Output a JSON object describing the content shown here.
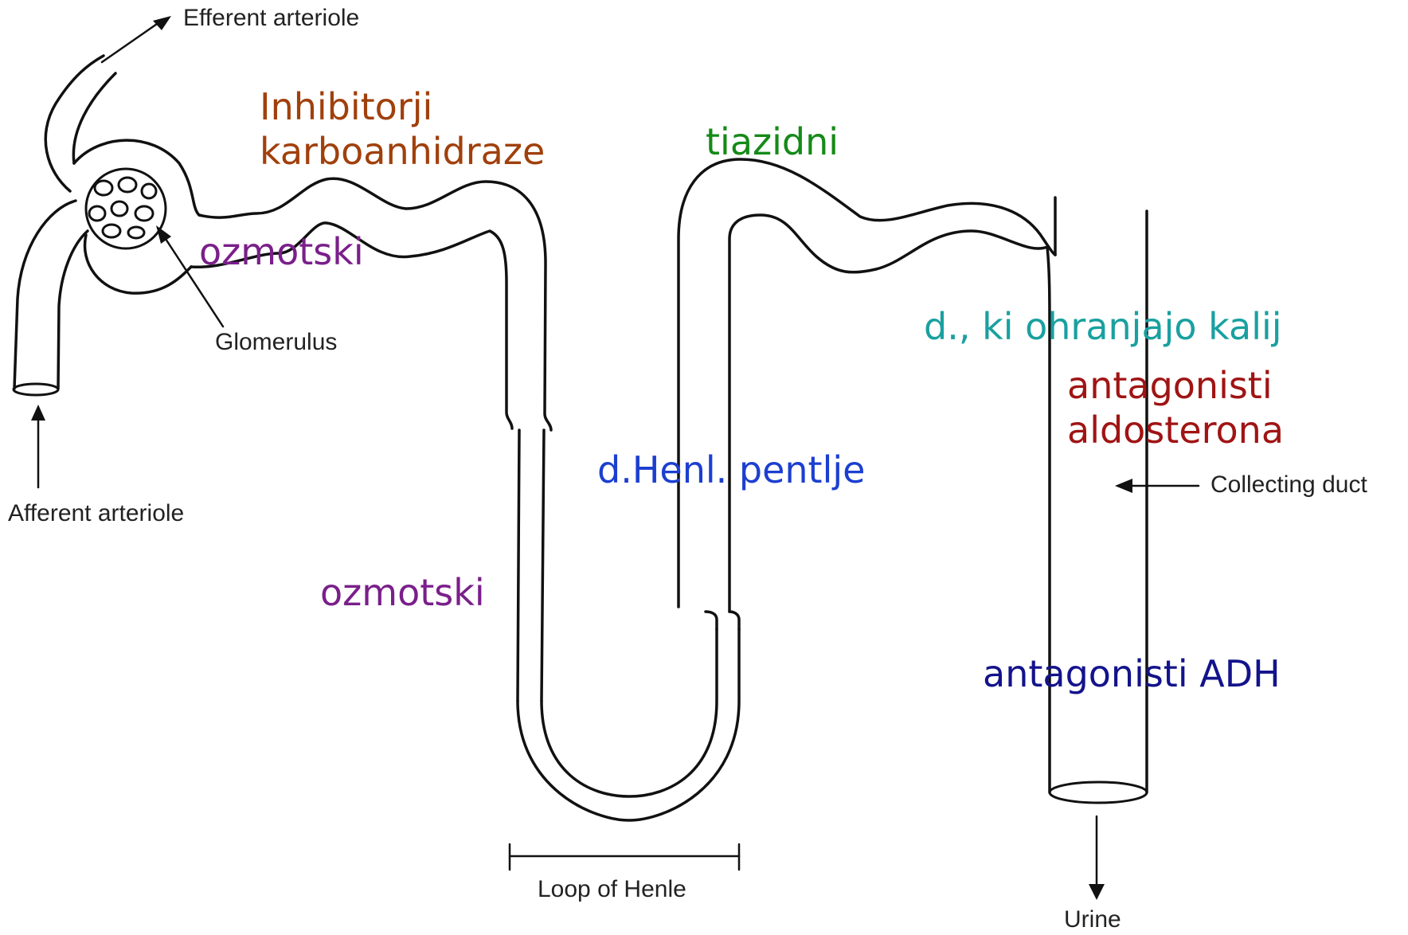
{
  "diagram": {
    "labels": {
      "efferent_arteriole": "Efferent arteriole",
      "afferent_arteriole": "Afferent arteriole",
      "glomerulus": "Glomerulus",
      "loop_of_henle": "Loop of Henle",
      "collecting_duct": "Collecting duct",
      "urine": "Urine"
    },
    "drug_labels": {
      "carbonic_anhydrase_line1": "Inhibitorji",
      "carbonic_anhydrase_line2": "karboanhidraze",
      "osmotic_upper": "ozmotski",
      "osmotic_lower": "ozmotski",
      "thiazide": "tiazidni",
      "loop_diuretics": "d.Henl. pentlje",
      "potassium_sparing": "d., ki ohranjajo kalij",
      "aldosterone_line1": "antagonisti",
      "aldosterone_line2": "aldosterona",
      "adh": "antagonisti ADH"
    },
    "colors": {
      "carbonic_anhydrase": "#a0400c",
      "osmotic": "#7a1f8a",
      "thiazide": "#158a18",
      "loop_diuretics": "#1c3fd0",
      "potassium_sparing": "#1aa0a0",
      "aldosterone": "#a01414",
      "adh": "#13138c",
      "line": "#111111"
    }
  }
}
